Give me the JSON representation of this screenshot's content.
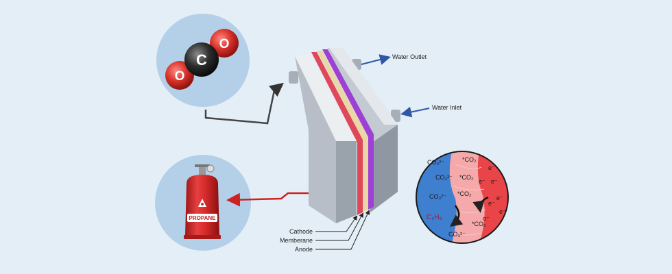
{
  "colors": {
    "background": "#e4eef6",
    "circle_fill": "#b4cfe8",
    "oxygen": "#d8312a",
    "carbon": "#2c2c2c",
    "cathode": "#e0485a",
    "membrane": "#e9d7a8",
    "anode": "#9e3fd6",
    "outlet_arrow": "#2f56a8",
    "propane_arrow": "#cc2222",
    "tank": "#d42a2a"
  },
  "molecule": {
    "left_atom": "O",
    "center_atom": "C",
    "right_atom": "O"
  },
  "labels": {
    "water_outlet": "Water Outlet",
    "water_inlet": "Water Inlet",
    "cathode": "Cathode",
    "membrane": "Memberane",
    "anode": "Anode"
  },
  "tank": {
    "label": "PROPANE",
    "icon": "flame-icon"
  },
  "reaction": {
    "co3_1": "CO₃²⁻",
    "co3_2": "CO₃²⁻",
    "co3_3": "CO₃²⁻",
    "co3_4": "CO₃²⁻",
    "co2_1": "*CO₂",
    "co2_2": "*CO₂",
    "co2_3": "*CO₂",
    "co2_4": "*CO₂",
    "electron_1": "e⁻",
    "electron_2": "e⁻",
    "electron_3": "e⁻",
    "electron_4": "e⁻",
    "electron_5": "e⁻",
    "electron_6": "e⁻",
    "electron_7": "o⁻",
    "product": "C₃H₈"
  }
}
